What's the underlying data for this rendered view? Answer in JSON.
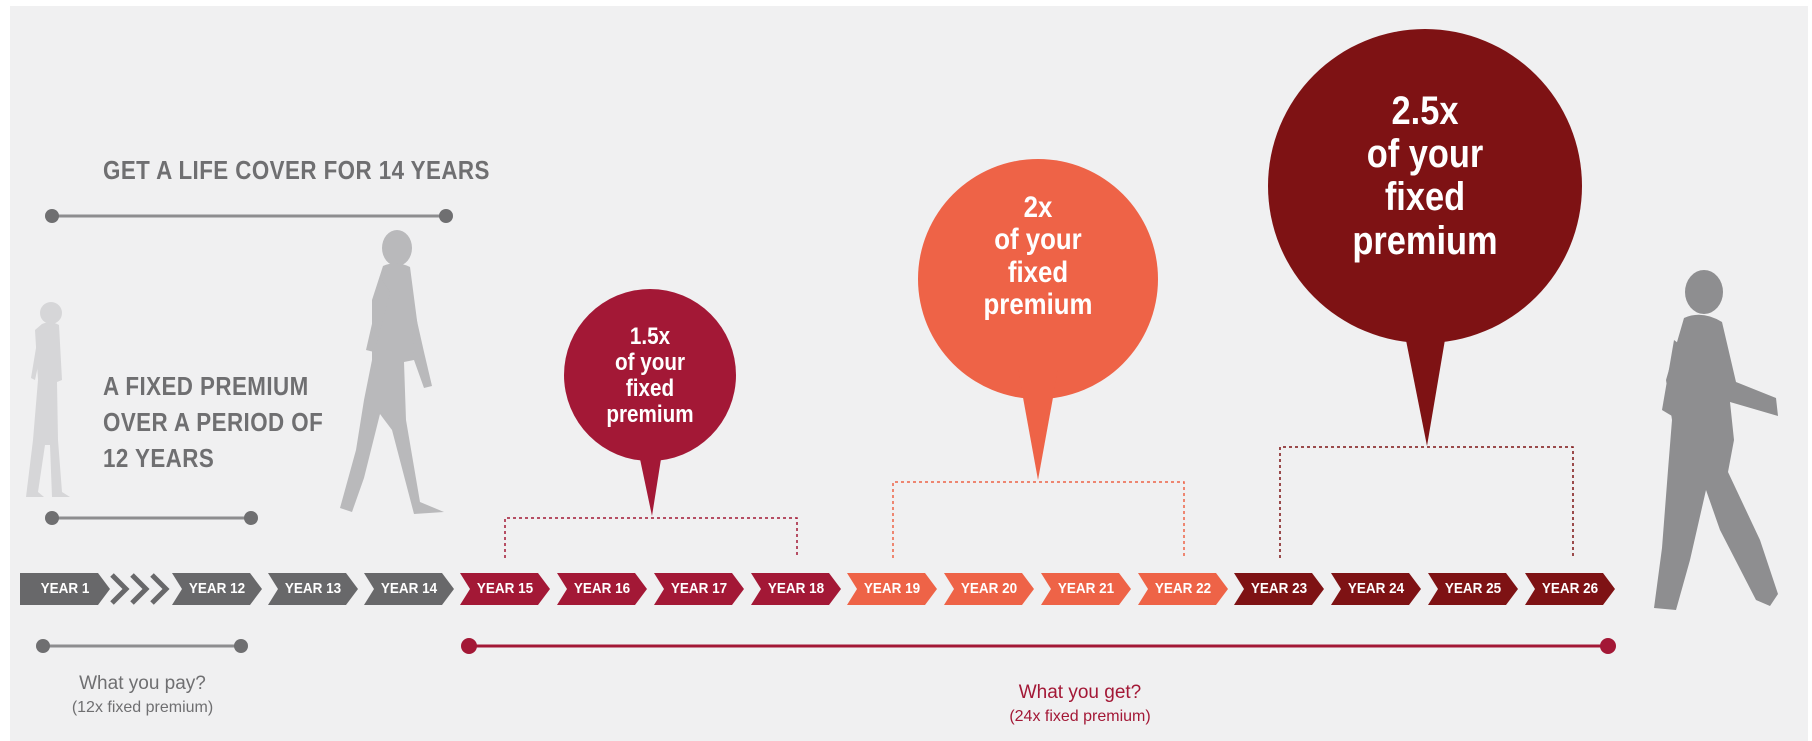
{
  "headings": {
    "life_cover": "GET A LIFE COVER FOR 14 YEARS",
    "premium_lines": [
      "A FIXED PREMIUM",
      "OVER A PERIOD OF",
      "12 YEARS"
    ]
  },
  "bubbles": [
    {
      "lines": [
        "1.5x",
        "of your",
        "fixed",
        "premium"
      ],
      "color": "#a31836"
    },
    {
      "lines": [
        "2x",
        "of your",
        "fixed",
        "premium"
      ],
      "color": "#ee6347"
    },
    {
      "lines": [
        "2.5x",
        "of your",
        "fixed",
        "premium"
      ],
      "color": "#7e1214"
    }
  ],
  "timeline": {
    "years": [
      {
        "label": "YEAR 1",
        "color": "#68686a"
      },
      {
        "label": "YEAR 12",
        "color": "#68686a"
      },
      {
        "label": "YEAR 13",
        "color": "#68686a"
      },
      {
        "label": "YEAR 14",
        "color": "#68686a"
      },
      {
        "label": "YEAR 15",
        "color": "#a31836"
      },
      {
        "label": "YEAR 16",
        "color": "#a31836"
      },
      {
        "label": "YEAR 17",
        "color": "#a31836"
      },
      {
        "label": "YEAR 18",
        "color": "#a31836"
      },
      {
        "label": "YEAR 19",
        "color": "#ee6347"
      },
      {
        "label": "YEAR 20",
        "color": "#ee6347"
      },
      {
        "label": "YEAR 21",
        "color": "#ee6347"
      },
      {
        "label": "YEAR 22",
        "color": "#ee6347"
      },
      {
        "label": "YEAR 23",
        "color": "#7e1214"
      },
      {
        "label": "YEAR 24",
        "color": "#7e1214"
      },
      {
        "label": "YEAR 25",
        "color": "#7e1214"
      },
      {
        "label": "YEAR 26",
        "color": "#7e1214"
      }
    ]
  },
  "captions": {
    "pay": {
      "main": "What you pay?",
      "sub": "(12x fixed premium)",
      "color": "#6f6f71"
    },
    "get": {
      "main": "What you get?",
      "sub": "(24x fixed premium)",
      "color": "#a31836"
    }
  },
  "colors": {
    "gray": "#8d8d8f",
    "dark_gray": "#6f6f71"
  }
}
